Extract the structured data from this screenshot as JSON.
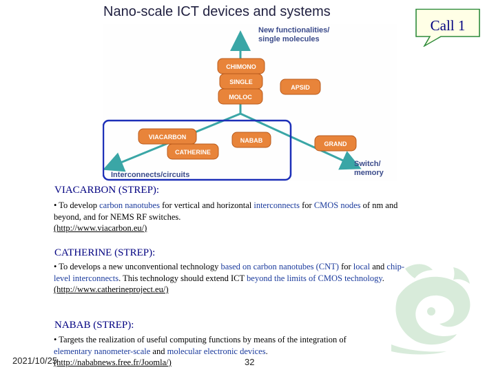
{
  "slide": {
    "title": "Nano-scale ICT devices and systems",
    "callout": "Call 1",
    "date": "2021/10/25",
    "page": "32"
  },
  "diagram": {
    "top_label_1": "New functionalities/",
    "top_label_2": "single molecules",
    "bottom_left_label": "Interconnects/circuits",
    "bottom_right_label_1": "Switch/",
    "bottom_right_label_2": "memory",
    "projects": {
      "chimono": "CHIMONO",
      "single": "SINGLE",
      "moloc": "MOLOC",
      "apsid": "APSID",
      "viacarbon": "VIACARBON",
      "catherine": "CATHERINE",
      "nabab": "NABAB",
      "grand": "GRAND"
    }
  },
  "sections": {
    "viacarbon": {
      "heading": "VIACARBON (STREP):",
      "bullet": "•",
      "t1": " To develop ",
      "t2": "carbon nanotubes",
      "t3": " for vertical and horizontal ",
      "t4": "interconnects",
      "t5": " for ",
      "t6": "CMOS nodes",
      "t7": " of nm and beyond, and for NEMS RF switches.",
      "link": "(http://www.viacarbon.eu/)"
    },
    "catherine": {
      "heading": "CATHERINE (STREP):",
      "bullet": "•",
      "t1": " To develops a new unconventional technology ",
      "t2": "based on carbon nanotubes (CNT)",
      "t3": " for ",
      "t4": "local",
      "t5": " and ",
      "t6": "chip-level interconnects",
      "t7": ". This technology should extend ICT ",
      "t8": "beyond the limits of CMOS technology",
      "t9": ".",
      "link": "(http://www.catherineproject.eu/)"
    },
    "nabab": {
      "heading": "NABAB (STREP):",
      "bullet": "•",
      "t1": " Targets the realization of useful computing functions by means of the integration of ",
      "t2": "elementary nanometer-scale",
      "t3": " and ",
      "t4": "molecular electronic devices",
      "t5": ".",
      "link": "(http://nababnews.free.fr/Joomla/)"
    }
  },
  "colors": {
    "box_fill": "#e8843a",
    "box_text": "#ffffff",
    "arrow": "#3aa6a6",
    "highlight": "#1c2fb8",
    "accent_text": "#1a3a9c"
  }
}
